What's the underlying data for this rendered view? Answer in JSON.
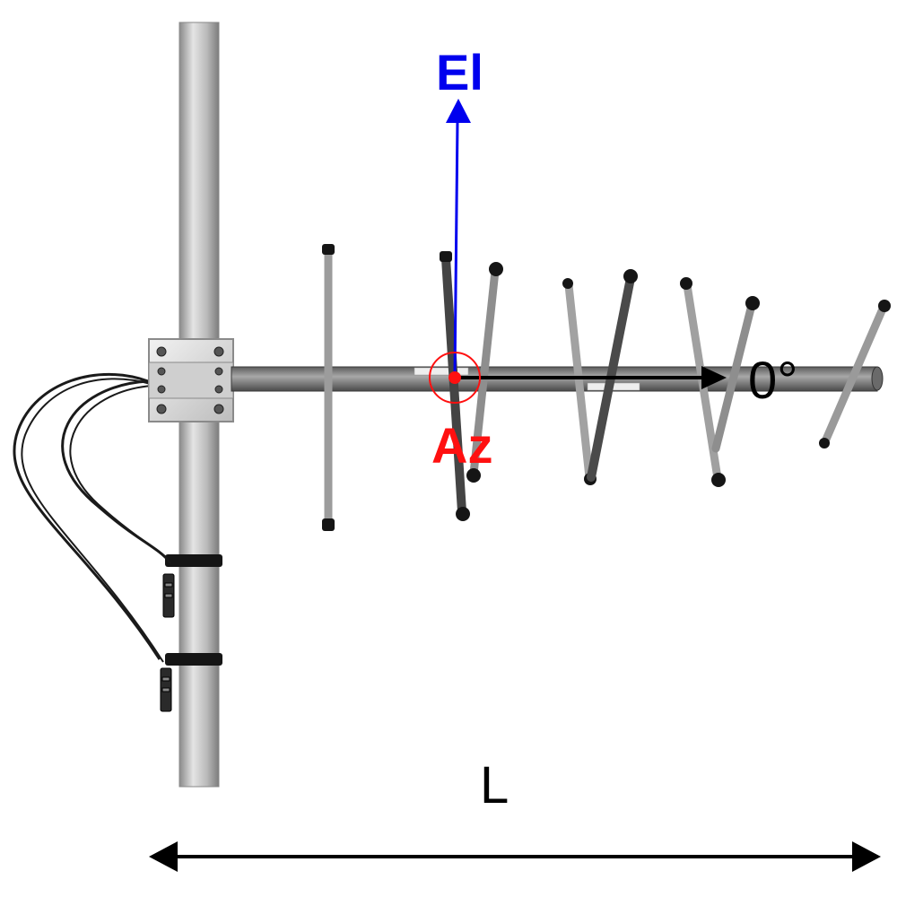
{
  "labels": {
    "elevation": "El",
    "azimuth": "Az",
    "zero_degree": "0°",
    "length": "L"
  },
  "colors": {
    "elevation": "#0000ee",
    "azimuth": "#ff1010",
    "axis": "#000000",
    "mast": "#b4b4b4",
    "boom": "#7d7d7d",
    "element_light": "#9c9c9c",
    "element_dark": "#444444",
    "cable": "#1a1a1a"
  }
}
